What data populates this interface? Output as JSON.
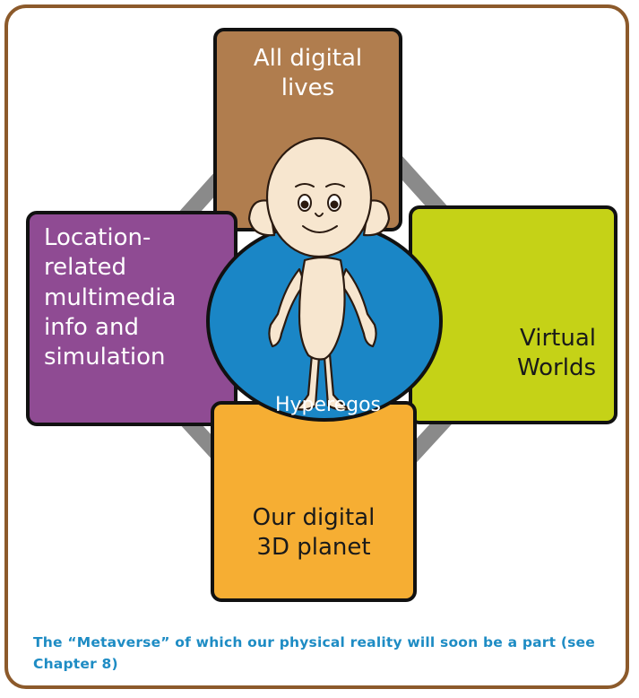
{
  "boxes": {
    "top": "All digital\nlives",
    "left": "Location-\nrelated\nmultimedia\ninfo and\nsimulation",
    "right": "Virtual\nWorlds",
    "bottom": "Our digital\n3D planet"
  },
  "center_label": "Hyperegos",
  "caption": "The “Metaverse” of which our physical reality will soon be a part (see Chapter 8)",
  "colors": {
    "frame": "#8c5a2b",
    "top_box": "#b07d4e",
    "left_box": "#8f4b93",
    "right_box": "#c5d217",
    "bottom_box": "#f6ae33",
    "center_circle": "#1a86c6",
    "caption": "#1e8cc4",
    "diamond_line": "#8a8a8a"
  }
}
